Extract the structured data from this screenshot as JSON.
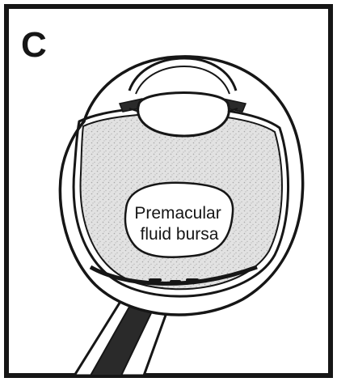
{
  "figure": {
    "panel_label": "C",
    "structure_label_line1": "Premacular",
    "structure_label_line2": "fluid bursa"
  },
  "colors": {
    "ink": "#161616",
    "background": "#ffffff",
    "vitreous_fill": "#e4e4e4",
    "optic_nerve_fill": "#2a2a2a"
  }
}
